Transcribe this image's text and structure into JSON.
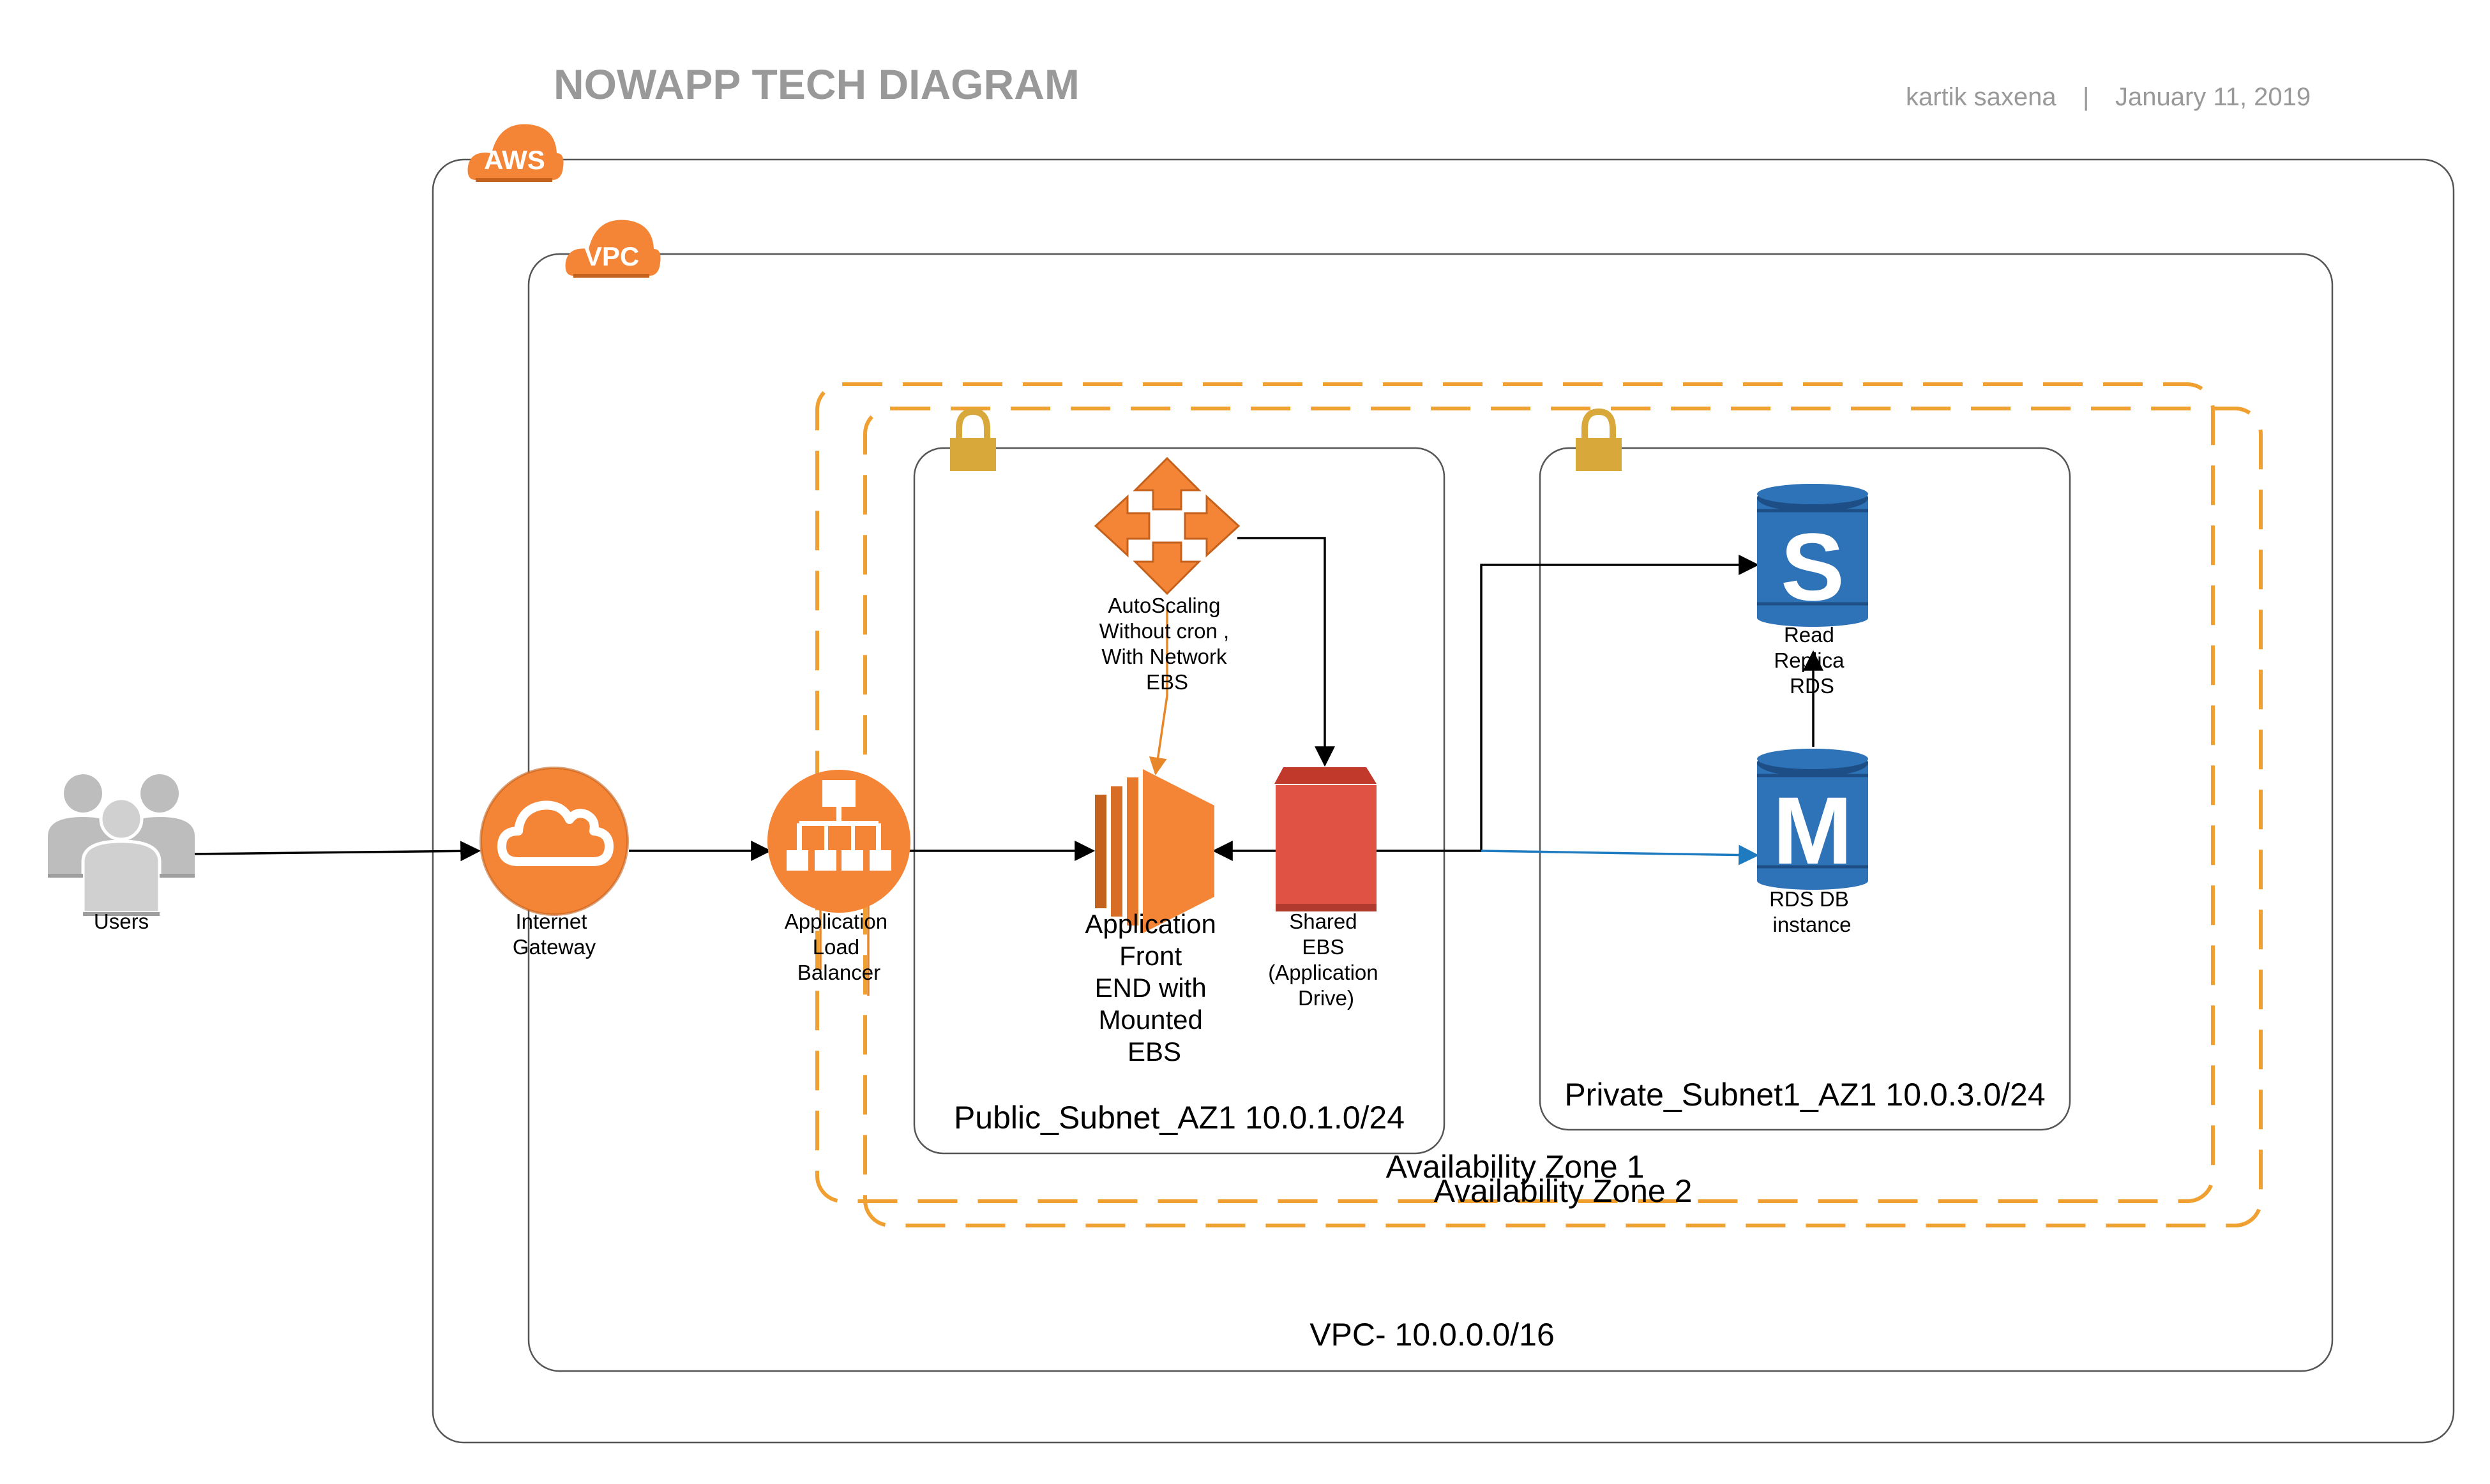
{
  "header": {
    "title": "NOWAPP TECH DIAGRAM",
    "author": "kartik saxena",
    "separator": "|",
    "date": "January 11, 2019"
  },
  "badges": {
    "aws": "AWS",
    "vpc": "VPC"
  },
  "containers": {
    "vpc_label": "VPC- 10.0.0.0/16",
    "az1_label": "Availability Zone 1",
    "az2_label": "Availability Zone 2",
    "public_subnet_label": "Public_Subnet_AZ1 10.0.1.0/24",
    "private_subnet_label": "Private_Subnet1_AZ1 10.0.3.0/24"
  },
  "nodes": {
    "users": {
      "lines": [
        "Users"
      ],
      "icon": "users-icon"
    },
    "igw": {
      "lines": [
        "Internet",
        "Gateway"
      ],
      "icon": "internet-gateway-icon"
    },
    "alb": {
      "lines": [
        "Application",
        "Load",
        "Balancer"
      ],
      "icon": "load-balancer-icon"
    },
    "autoscaling": {
      "lines": [
        "AutoScaling",
        "Without cron ,",
        "With Network",
        "EBS"
      ],
      "icon": "autoscaling-icon"
    },
    "ec2": {
      "lines": [
        "Application",
        "Front",
        "END with",
        "Mounted",
        "EBS"
      ],
      "icon": "ec2-instance-icon"
    },
    "ebs": {
      "lines": [
        "Shared",
        "EBS",
        "(Application",
        "Drive)"
      ],
      "icon": "ebs-volume-icon"
    },
    "read_replica": {
      "lines": [
        "Read",
        "Replica",
        "RDS"
      ],
      "icon": "rds-read-replica-icon",
      "glyph": "S"
    },
    "rds": {
      "lines": [
        "RDS DB",
        "instance"
      ],
      "icon": "rds-master-icon",
      "glyph": "M"
    }
  },
  "colors": {
    "aws_orange": "#F58536",
    "az_dash": "#F0A030",
    "lock_gold": "#D9A83A",
    "ebs_red": "#E05243",
    "rds_blue": "#2E73B8",
    "header_gray": "#999999",
    "flow_blue": "#1F7BBF",
    "users_gray": "#BDBDBD"
  }
}
